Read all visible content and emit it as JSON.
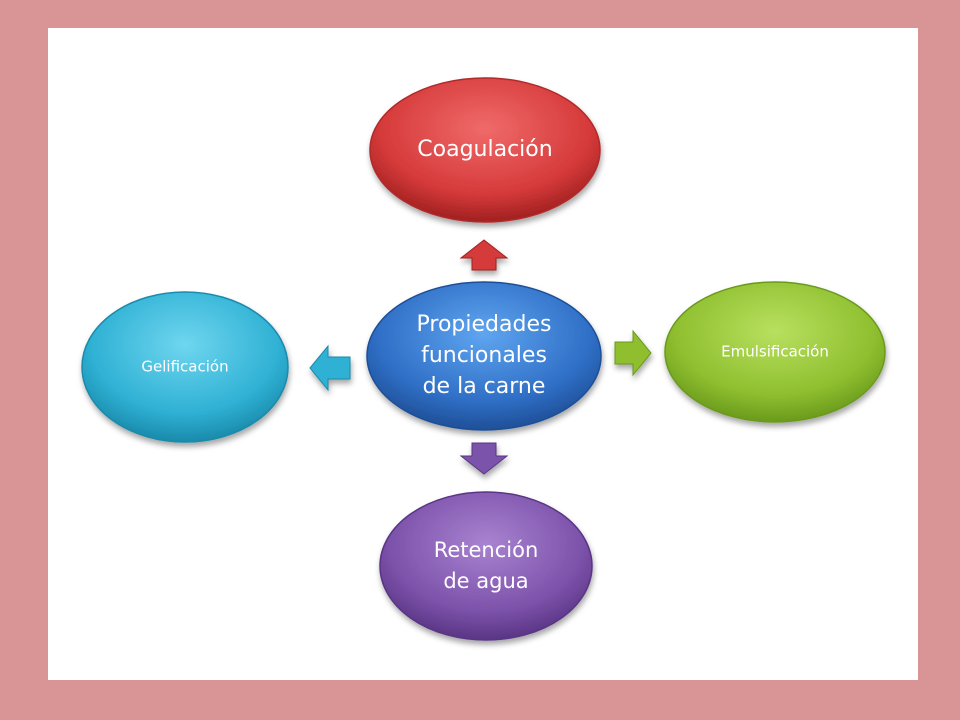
{
  "diagram": {
    "center": {
      "line1": "Propiedades",
      "line2": "funcionales",
      "line3": "de la carne"
    },
    "top": {
      "label": "Coagulación"
    },
    "right": {
      "label": "Emulsificación"
    },
    "left": {
      "label": "Gelificación"
    },
    "bottom": {
      "line1": "Retención",
      "line2": "de agua"
    }
  },
  "colors": {
    "background": "#d99595",
    "panel": "#ffffff",
    "center": "#2f6fc6",
    "top": "#d63a3a",
    "right": "#8fbf2f",
    "left": "#2fb1d4",
    "bottom": "#7c52aa"
  }
}
